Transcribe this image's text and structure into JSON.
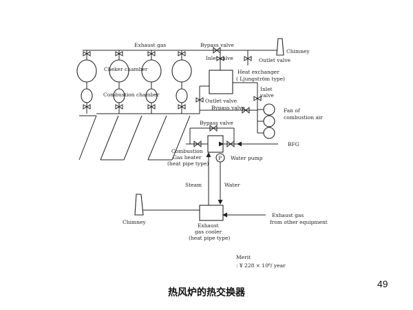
{
  "labels": {
    "exhaust_gas": "Exhaust gas",
    "bypass_valve_top": "Bypass valve",
    "chimney_top": "Chimney",
    "inlet_valve_top": "Inlet valve",
    "outlet_valve_top": "Outlet valve",
    "cheker_chamber": "Cheker chamber",
    "heat_exchanger_1": "Heat exchanger",
    "heat_exchanger_2": "( Ljungström type)",
    "combustion_chamber": "Combustion chamber",
    "inlet_valve_right_1": "Inlet",
    "inlet_valve_right_2": "valve",
    "outlet_valve_mid": "Outlet valve",
    "bypass_valve_mid": "Bypass valve",
    "fan_1": "Fan of",
    "fan_2": "combustion air",
    "bypass_valve_lower": "Bypass valve",
    "bfg": "BFG",
    "cgh_1": "Combustion",
    "cgh_2": "Gas heater",
    "cgh_3": "(heat pipe type)",
    "water_pump": "Water pump",
    "pump_symbol": "P",
    "steam": "Steam",
    "water": "Water",
    "chimney_bottom": "Chimney",
    "exhaust_other_1": "Exhaust gas",
    "exhaust_other_2": "from other equipment",
    "egc_1": "Exhaust",
    "egc_2": "gas cooler",
    "egc_3": "(heat pipe type)",
    "merit_title": "Merit",
    "merit_value": ":  ¥  228 × 10⁶/ year"
  },
  "footer": {
    "caption": "热风炉的热交换器",
    "page_number": "49"
  }
}
